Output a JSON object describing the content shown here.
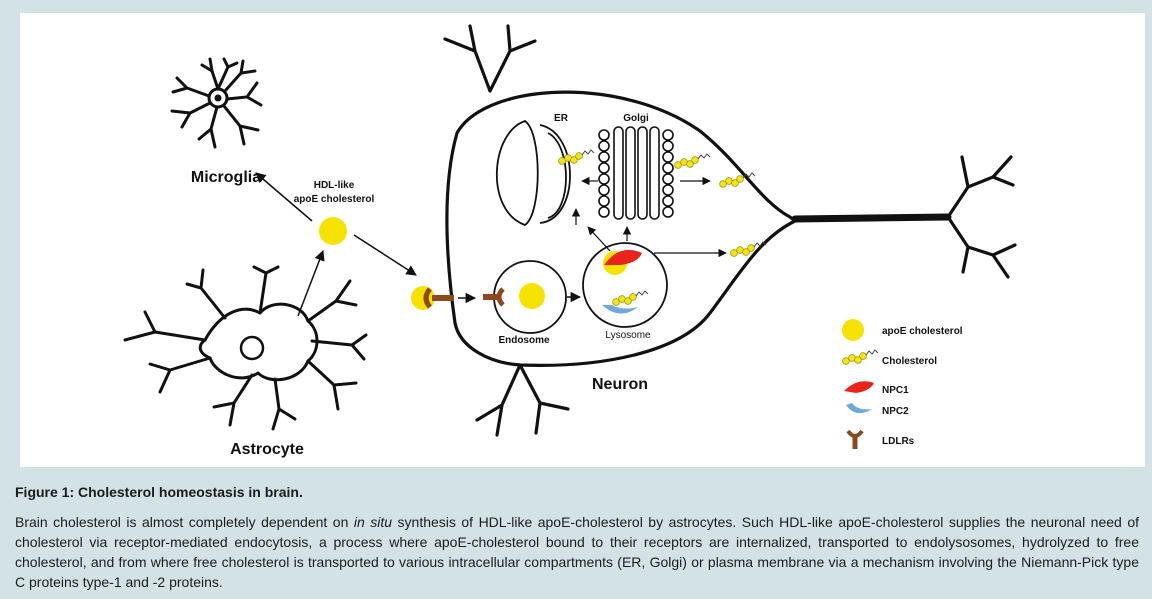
{
  "figure": {
    "labels": {
      "microglia": "Microglia",
      "astrocyte": "Astrocyte",
      "neuron": "Neuron",
      "hdl_line1": "HDL-like",
      "hdl_line2": "apoE cholesterol",
      "er": "ER",
      "golgi": "Golgi",
      "endosome": "Endosome",
      "lysosome": "Lysosome"
    },
    "legend": [
      {
        "icon": "apoe-cholesterol-icon",
        "label": "apoE cholesterol",
        "color": "#f5e200"
      },
      {
        "icon": "cholesterol-icon",
        "label": "Cholesterol",
        "color": "#f2e31a"
      },
      {
        "icon": "npc1-icon",
        "label": "NPC1",
        "color": "#e8231c"
      },
      {
        "icon": "npc2-icon",
        "label": "NPC2",
        "color": "#6fa8dc"
      },
      {
        "icon": "ldlr-icon",
        "label": "LDLRs",
        "color": "#8b4a1e"
      }
    ]
  },
  "caption": {
    "title": "Figure 1: Cholesterol homeostasis in brain.",
    "body_part1": "Brain cholesterol is almost completely dependent on",
    "body_italic": "in situ",
    "body_part2": "synthesis of HDL-like apoE-cholesterol by astrocytes. Such HDL-like apoE-cholesterol supplies the neuronal need of cholesterol via receptor-mediated endocytosis, a process where apoE-cholesterol bound to their receptors are internalized, transported to endolysosomes, hydrolyzed to free cholesterol, and from where free cholesterol is transported to various intracellular compartments (ER, Golgi) or plasma membrane via a mechanism involving the Niemann-Pick type C proteins type-1 and -2 proteins."
  },
  "colors": {
    "background": "#d3e2e4",
    "apoe": "#f5e200",
    "npc1": "#e8231c",
    "npc2": "#6fa8dc",
    "ldlr": "#8b4a1e"
  }
}
